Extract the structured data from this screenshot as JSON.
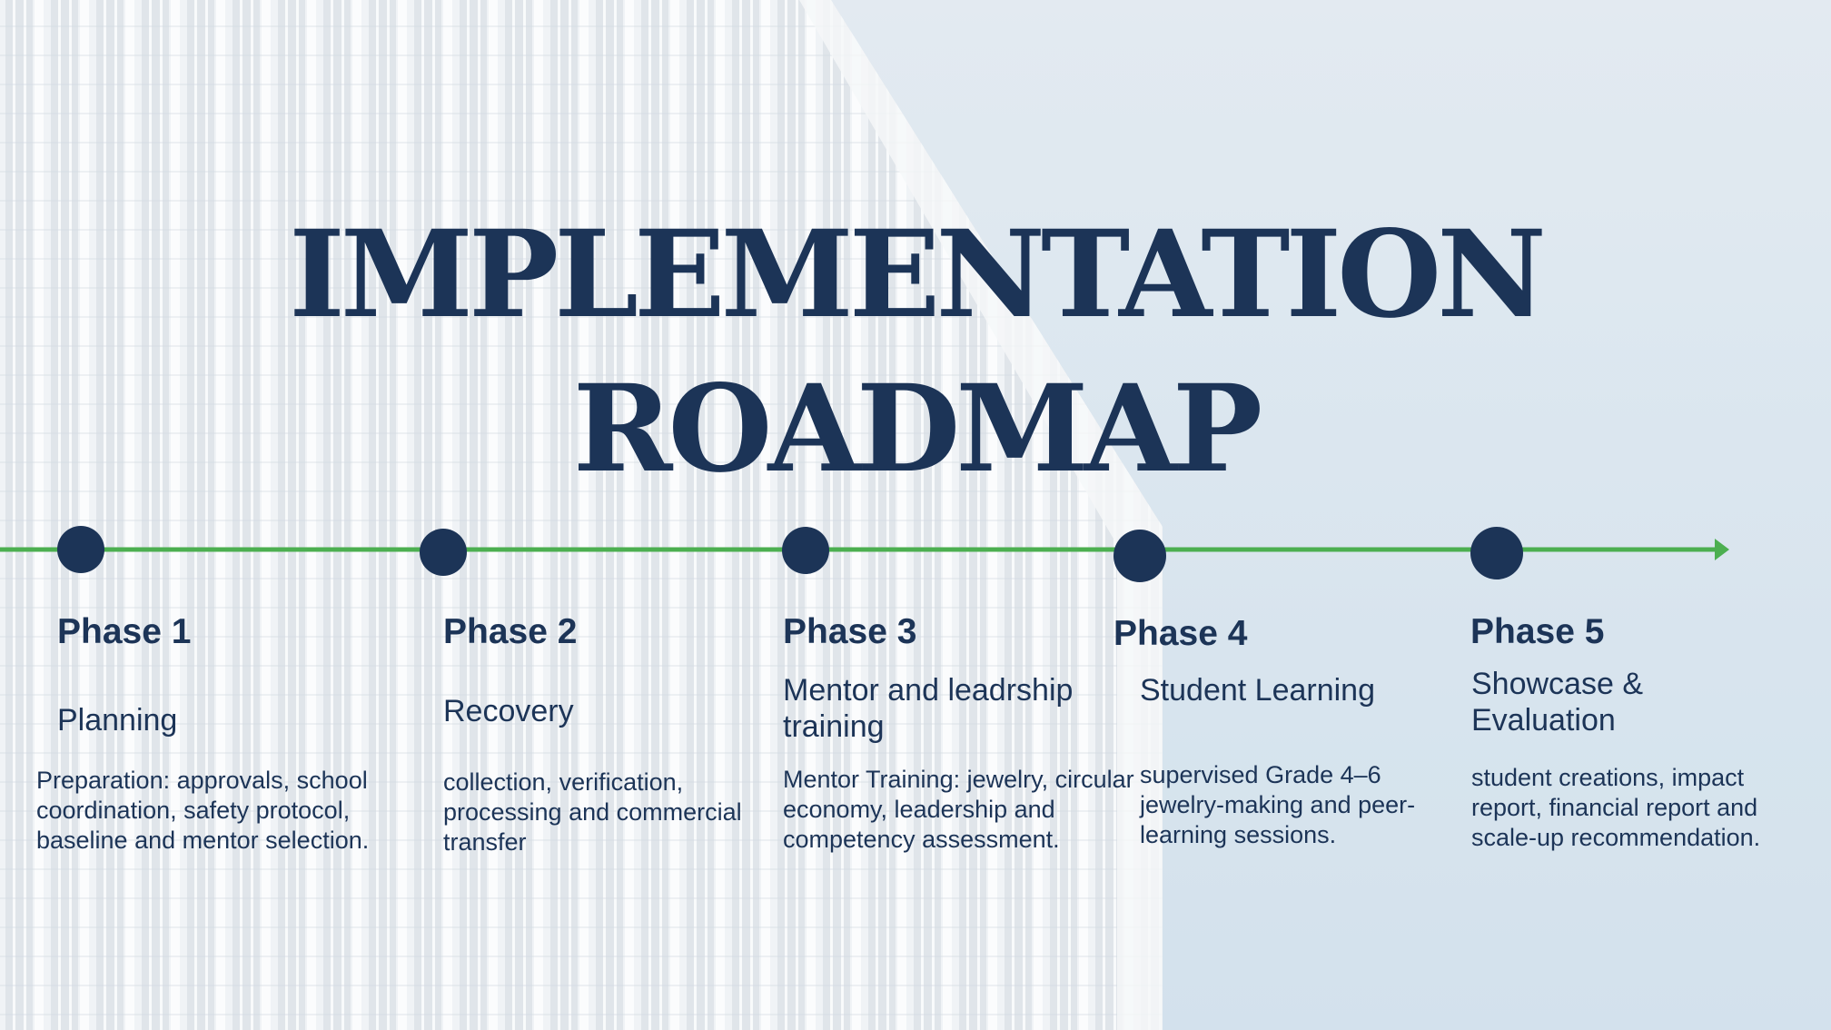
{
  "title": {
    "line1": "IMPLEMENTATION",
    "line2": "ROADMAP"
  },
  "colors": {
    "navy": "#1c3457",
    "green": "#4caf50"
  },
  "phases": [
    {
      "label": "Phase 1",
      "name": "Planning",
      "description": "Preparation: approvals, school coordination, safety protocol, baseline and mentor selection."
    },
    {
      "label": "Phase 2",
      "name": "Recovery",
      "description": "collection, verification, processing and commercial transfer"
    },
    {
      "label": "Phase 3",
      "name": "Mentor and leadrship training",
      "description": "Mentor Training: jewelry, circular economy, leadership and competency assessment."
    },
    {
      "label": "Phase 4",
      "name": "Student Learning",
      "description": "supervised Grade 4–6 jewelry-making and peer-learning sessions."
    },
    {
      "label": "Phase 5",
      "name": "Showcase & Evaluation",
      "description": "student creations, impact report, financial report and scale-up recommendation."
    }
  ]
}
